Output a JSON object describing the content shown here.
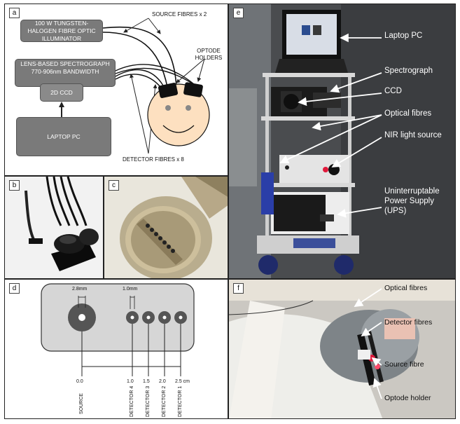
{
  "panels": {
    "a": {
      "label": "a",
      "illuminator": "100 W TUNGSTEN-HALOGEN FIBRE OPTIC ILLUMINATOR",
      "spectrograph": "LENS-BASED SPECTROGRAPH 770-906nm BANDWIDTH",
      "ccd": "2D CCD",
      "laptop": "LAPTOP PC",
      "source_fibres": "SOURCE FIBRES x 2",
      "optode_holders": "OPTODE HOLDERS",
      "detector_fibres": "DETECTOR FIBRES x 8"
    },
    "b": {
      "label": "b"
    },
    "c": {
      "label": "c"
    },
    "d": {
      "label": "d",
      "dim_source": "2.8mm",
      "dim_detector": "1.0mm",
      "ticks": [
        "0.0",
        "1.0",
        "1.5",
        "2.0",
        "2.5 cm"
      ],
      "names": [
        "SOURCE",
        "DETECTOR 4",
        "DETECTOR 3",
        "DETECTOR 2",
        "DETECTOR 1"
      ]
    },
    "e": {
      "label": "e",
      "laptop": "Laptop PC",
      "spectrograph": "Spectrograph",
      "ccd": "CCD",
      "optical_fibres": "Optical fibres",
      "nir": "NIR light source",
      "ups": "Uninterruptable Power Supply (UPS)"
    },
    "f": {
      "label": "f",
      "optical_fibres": "Optical fibres",
      "detector_fibres": "Detector fibres",
      "source_fibre": "Source fibre",
      "optode_holder": "Optode holder"
    }
  }
}
